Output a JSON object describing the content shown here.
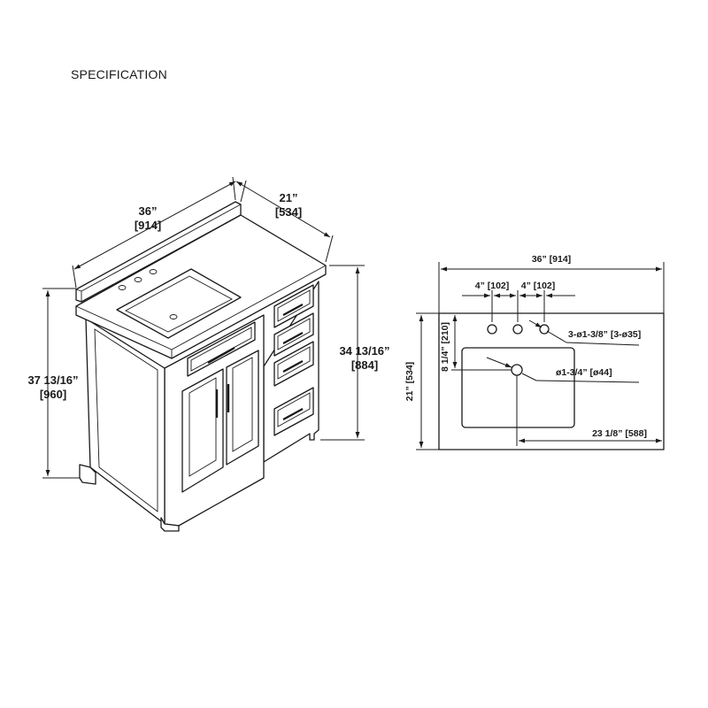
{
  "title": "SPECIFICATION",
  "vanity": {
    "width_in": "36”",
    "width_mm": "[914]",
    "depth_in": "21”",
    "depth_mm": "[534]",
    "height_total_in": "37 13/16”",
    "height_total_mm": "[960]",
    "height_body_in": "34 13/16”",
    "height_body_mm": "[884]"
  },
  "top_view": {
    "width": "36” [914]",
    "depth": "21” [534]",
    "hole_spacing_1": "4” [102]",
    "hole_spacing_2": "4” [102]",
    "front_to_holes": "8 1/4” [210]",
    "faucet_holes": "3-ø1-3/8” [3-ø35]",
    "drain": "ø1-3/4” [ø44]",
    "drain_offset": "23 1/8” [588]"
  }
}
